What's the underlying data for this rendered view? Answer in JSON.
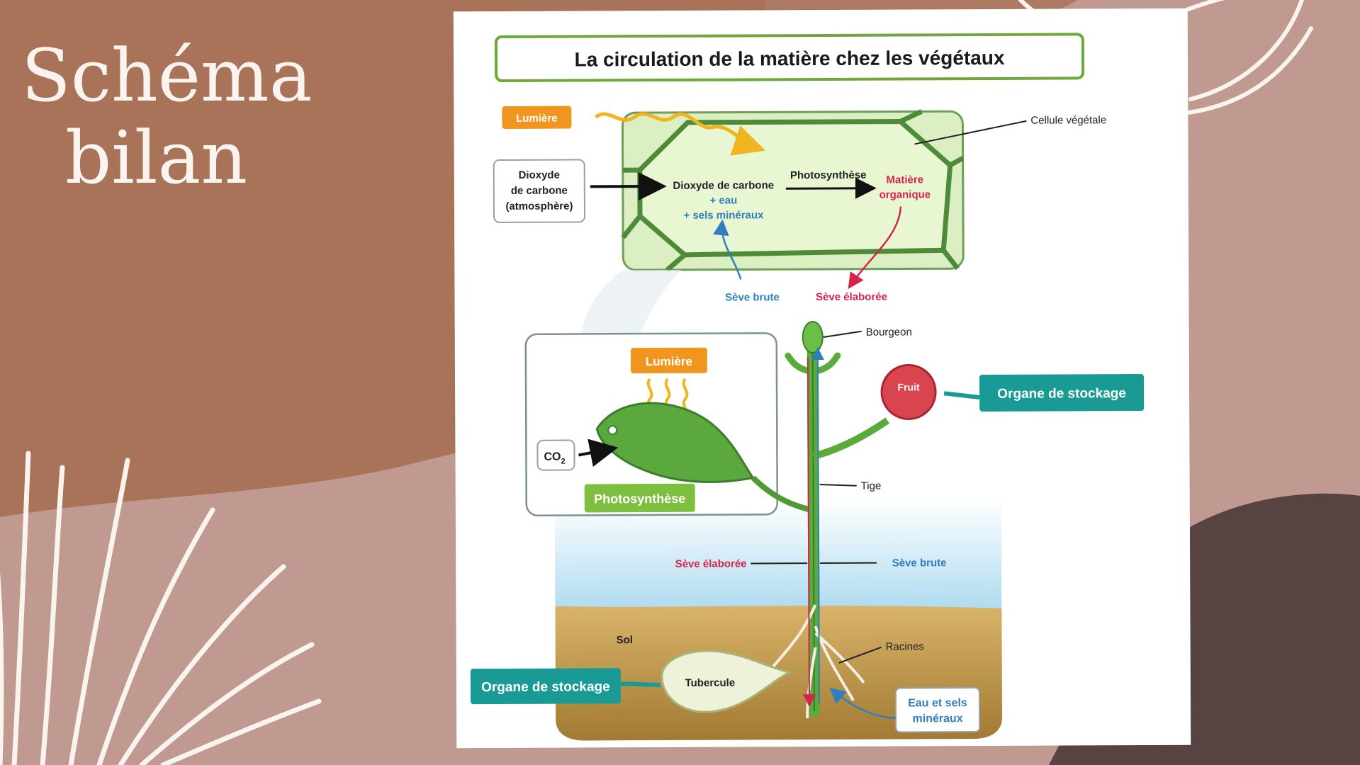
{
  "slide_title": {
    "line1": "Schéma",
    "line2": "bilan"
  },
  "diagram": {
    "title": "La circulation de la matière chez les végétaux",
    "top": {
      "light": "Lumière",
      "co2_source": [
        "Dioxyde",
        "de carbone",
        "(atmosphère)"
      ],
      "inputs": [
        "Dioxyde de carbone",
        "+ eau",
        "+ sels minéraux"
      ],
      "process": "Photosynthèse",
      "product": [
        "Matière",
        "organique"
      ],
      "cell_label": "Cellule végétale",
      "raw_sap": "Sève brute",
      "elaborated_sap": "Sève élaborée"
    },
    "leaf_box": {
      "light": "Lumière",
      "co2": "CO",
      "co2_sub": "2",
      "process": "Photosynthèse"
    },
    "plant": {
      "bud": "Bourgeon",
      "fruit": "Fruit",
      "stem": "Tige",
      "storage_top": "Organe de stockage",
      "elaborated_sap": "Sève élaborée",
      "raw_sap": "Sève brute",
      "soil": "Sol",
      "roots": "Racines",
      "tuber": "Tubercule",
      "storage_bottom": "Organe de stockage",
      "water": [
        "Eau et sels",
        "minéraux"
      ]
    },
    "colors": {
      "green": "#6fa83a",
      "orange": "#f0961e",
      "teal": "#1a9a95",
      "red": "#d6234b",
      "blue": "#2f7fc0",
      "dark": "#222222"
    }
  }
}
